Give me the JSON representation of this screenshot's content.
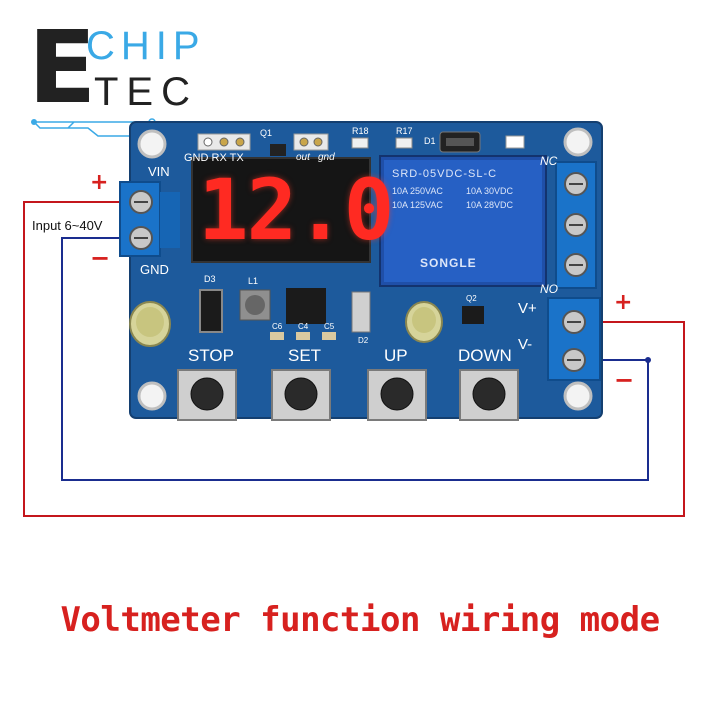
{
  "logo": {
    "letter": "E",
    "top_word": "CHIP",
    "bottom_word": "TEC",
    "colors": {
      "chip": "#3aa9e6",
      "dark": "#222222"
    }
  },
  "board": {
    "color": "#1d5a9c",
    "display_value": "12.0",
    "header_pins": "GND RX TX",
    "labels": {
      "vin": "VIN",
      "gnd": "GND",
      "out": "out",
      "gnd_small": "gnd",
      "nc": "NC",
      "no": "NO",
      "v_plus": "V+",
      "v_minus": "V-",
      "q1": "Q1",
      "r18": "R18",
      "r17": "R17",
      "d1": "D1",
      "d2": "D2",
      "d3": "D3",
      "l1": "L1",
      "c4": "C4",
      "c5": "C5",
      "c6": "C6",
      "q2": "Q2"
    },
    "buttons": [
      "STOP",
      "SET",
      "UP",
      "DOWN"
    ],
    "relay": {
      "model": "SRD-05VDC-SL-C",
      "brand": "SONGLE",
      "ratings": [
        "10A 250VAC",
        "10A 30VDC",
        "10A 125VAC",
        "10A 28VDC"
      ]
    }
  },
  "wiring": {
    "input_label": "Input 6~40V",
    "plus_sign": "+",
    "minus_sign": "−",
    "colors": {
      "positive": "#c4161c",
      "negative": "#1a2d8f"
    }
  },
  "caption": "Voltmeter function wiring mode"
}
